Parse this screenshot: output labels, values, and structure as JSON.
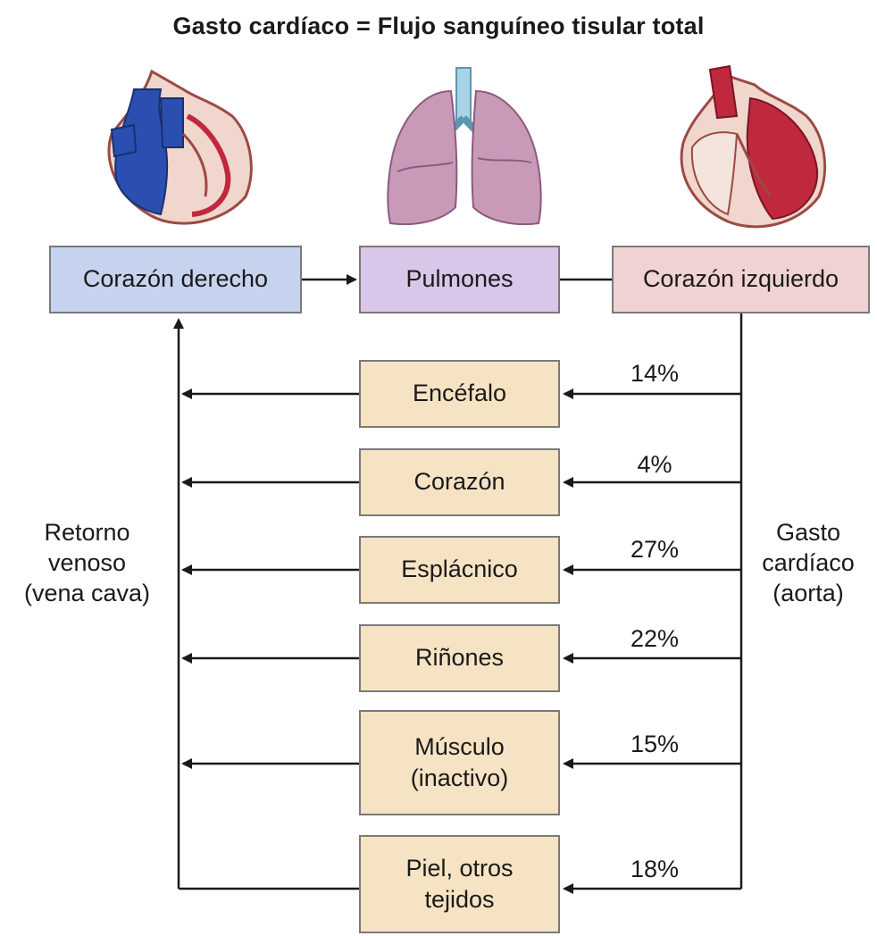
{
  "title": "Gasto cardíaco = Flujo sanguíneo tisular total",
  "top_boxes": {
    "right_heart": "Corazón derecho",
    "lungs": "Pulmones",
    "left_heart": "Corazón izquierdo"
  },
  "organs": [
    {
      "label": "Encéfalo",
      "percent": "14%"
    },
    {
      "label": "Corazón",
      "percent": "4%"
    },
    {
      "label": "Esplácnico",
      "percent": "27%"
    },
    {
      "label": "Riñones",
      "percent": "22%"
    },
    {
      "label": "Músculo\n(inactivo)",
      "percent": "15%"
    },
    {
      "label": "Piel, otros\ntejidos",
      "percent": "18%"
    }
  ],
  "left_label": "Retorno\nvenoso\n(vena cava)",
  "right_label": "Gasto\ncardíaco\n(aorta)",
  "colors": {
    "right_heart_box": "#c6d3ee",
    "lungs_box": "#d9c6e8",
    "left_heart_box": "#f1d2d2",
    "organ_box": "#f6e3c3",
    "venous_blood": "#2a4fb0",
    "arterial_blood": "#c0283e",
    "lung_tissue": "#c99ab8"
  },
  "icons": [
    "right-heart-illustration",
    "lungs-illustration",
    "left-heart-illustration"
  ]
}
